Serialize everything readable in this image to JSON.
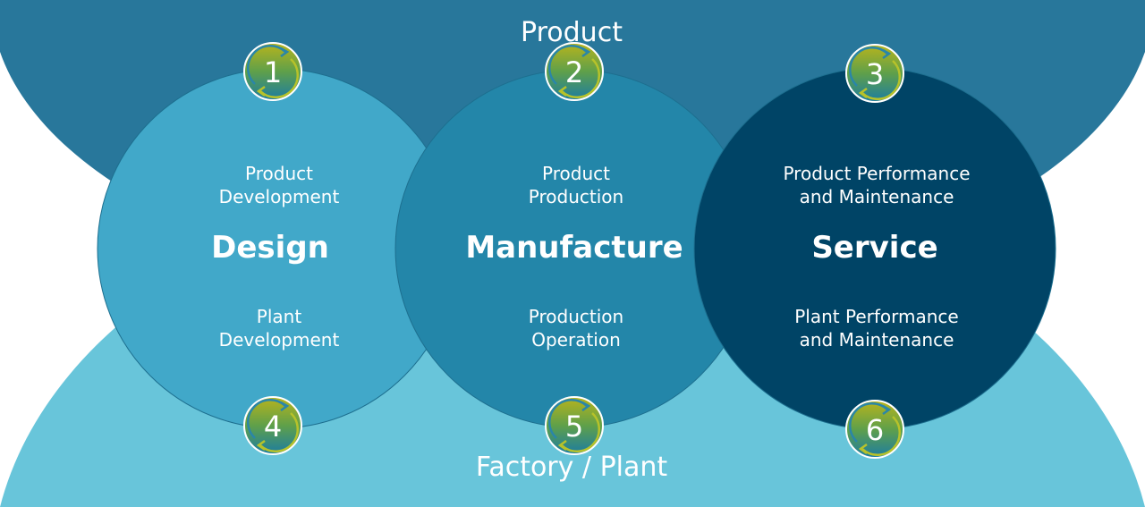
{
  "bands": {
    "top": "Product",
    "bottom": "Factory / Plant"
  },
  "stages": [
    {
      "title": "Design",
      "top_lines": [
        "Product",
        "Development"
      ],
      "bottom_lines": [
        "Plant",
        "Development"
      ],
      "top_badge": "1",
      "bottom_badge": "4",
      "color": "#41a8c9"
    },
    {
      "title": "Manufacture",
      "top_lines": [
        "Product",
        "Production"
      ],
      "bottom_lines": [
        "Production",
        "Operation"
      ],
      "top_badge": "2",
      "bottom_badge": "5",
      "color": "#2386a9"
    },
    {
      "title": "Service",
      "top_lines": [
        "Product Performance",
        "and Maintenance"
      ],
      "bottom_lines": [
        "Plant Performance",
        "and Maintenance"
      ],
      "top_badge": "3",
      "bottom_badge": "6",
      "color": "#004466"
    }
  ],
  "colors": {
    "top_band": "#28779b",
    "bottom_band": "#68c5da",
    "badge_top": "#b5b21e",
    "badge_bottom": "#1f7fa0"
  }
}
